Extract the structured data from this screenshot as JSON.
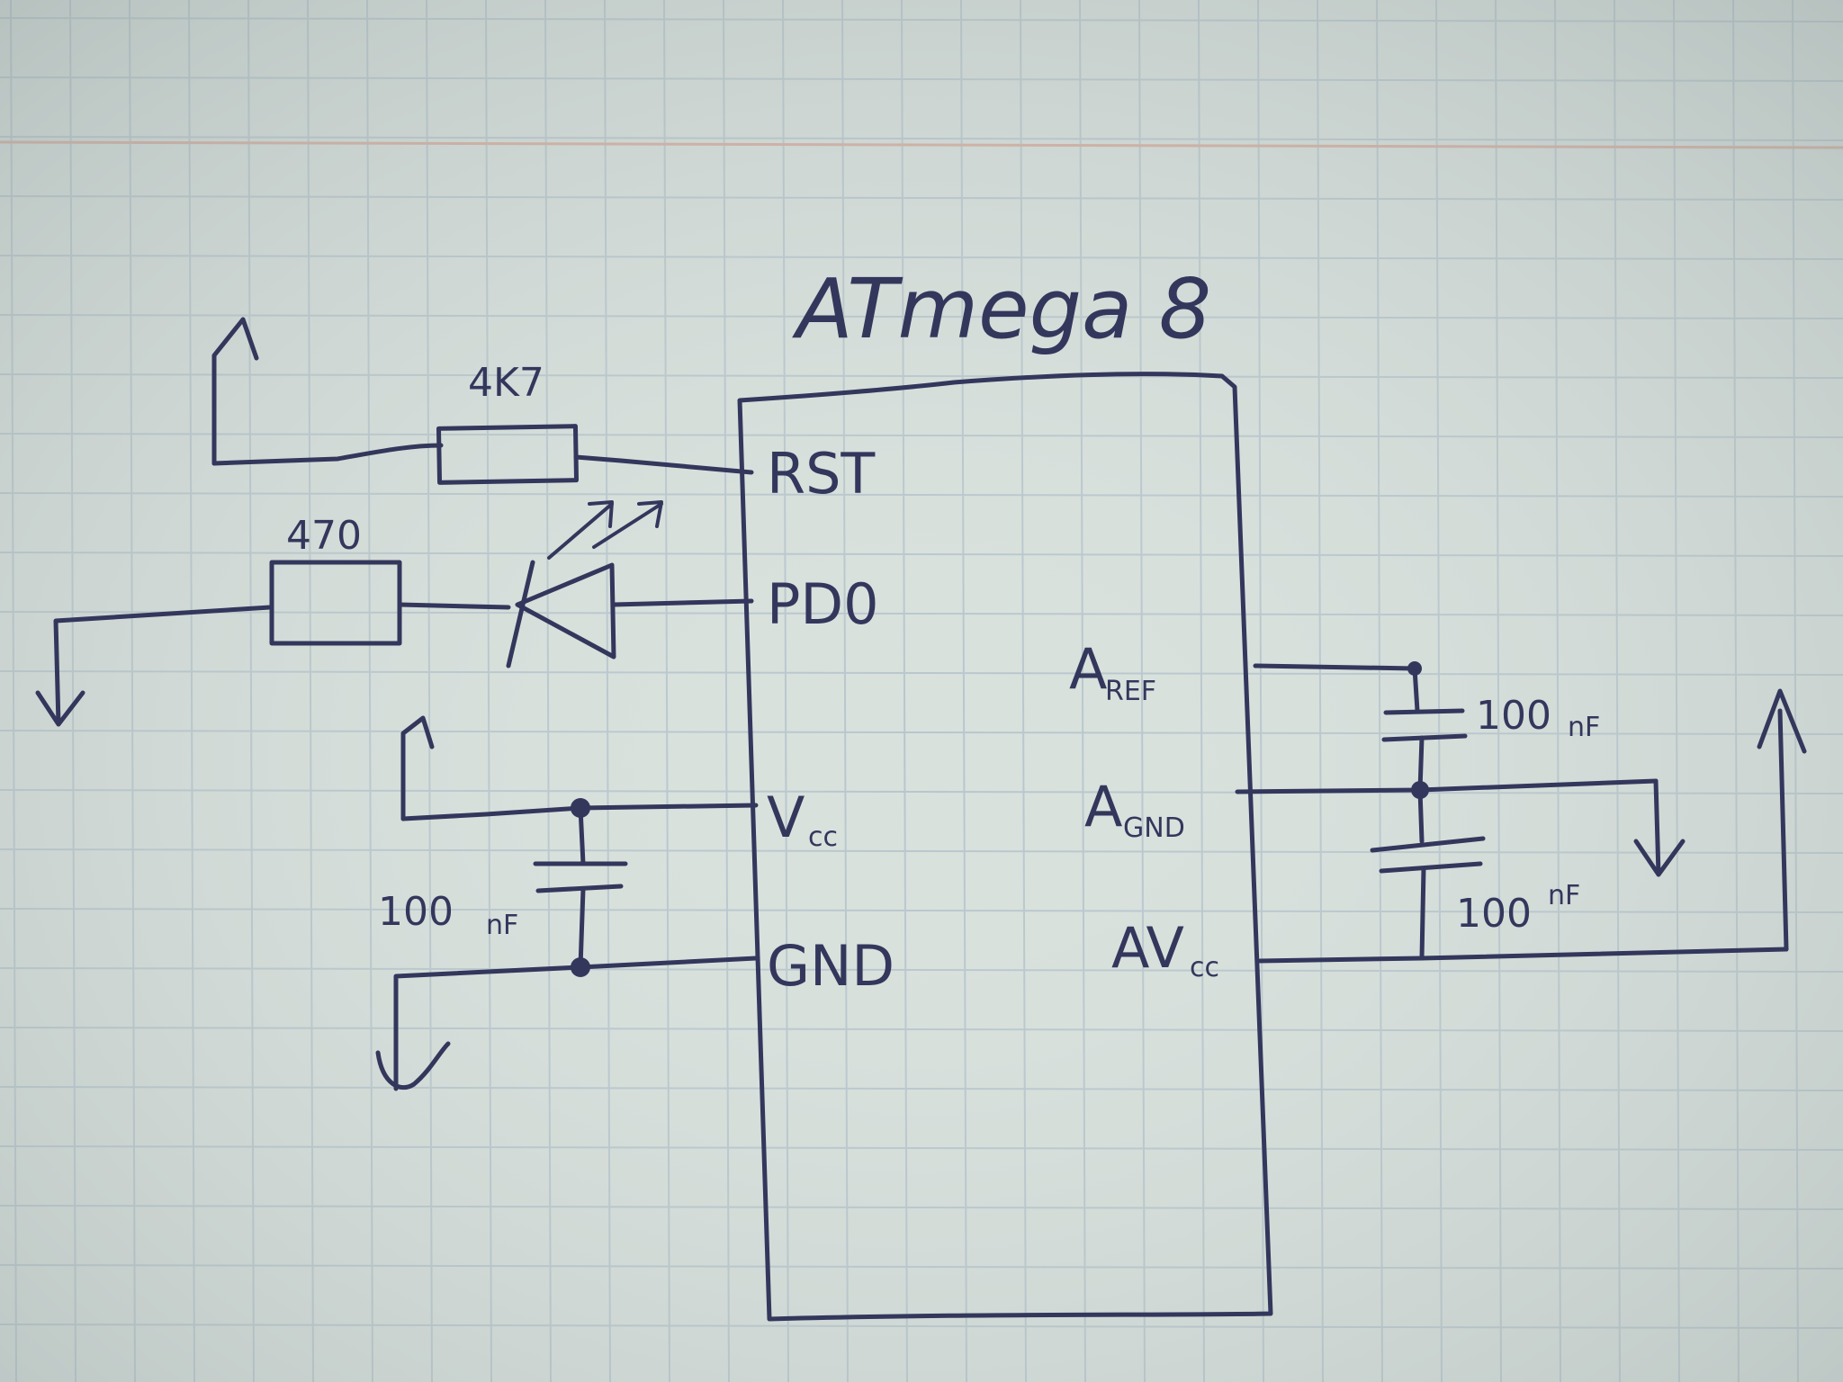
{
  "chip": {
    "name": "ATmega 8"
  },
  "pins_left": [
    {
      "main": "RST",
      "sub": ""
    },
    {
      "main": "PD0",
      "sub": ""
    },
    {
      "main": "V",
      "sub": "cc"
    },
    {
      "main": "GND",
      "sub": ""
    }
  ],
  "pins_right": [
    {
      "main": "A",
      "sub": "REF"
    },
    {
      "main": "A",
      "sub": "GND"
    },
    {
      "main": "AV",
      "sub": "cc"
    }
  ],
  "components": {
    "reset_resistor": "4K7",
    "led_resistor": "470",
    "vcc_cap": {
      "value": "100",
      "unit": "nF"
    },
    "aref_cap": {
      "value": "100",
      "unit": "nF"
    },
    "avcc_cap": {
      "value": "100",
      "unit": "nF"
    }
  },
  "colors": {
    "paper": "#d9e1dd",
    "grid": "#b7c6cd",
    "margin_line": "#d7a99a",
    "ink": "#34375c"
  }
}
